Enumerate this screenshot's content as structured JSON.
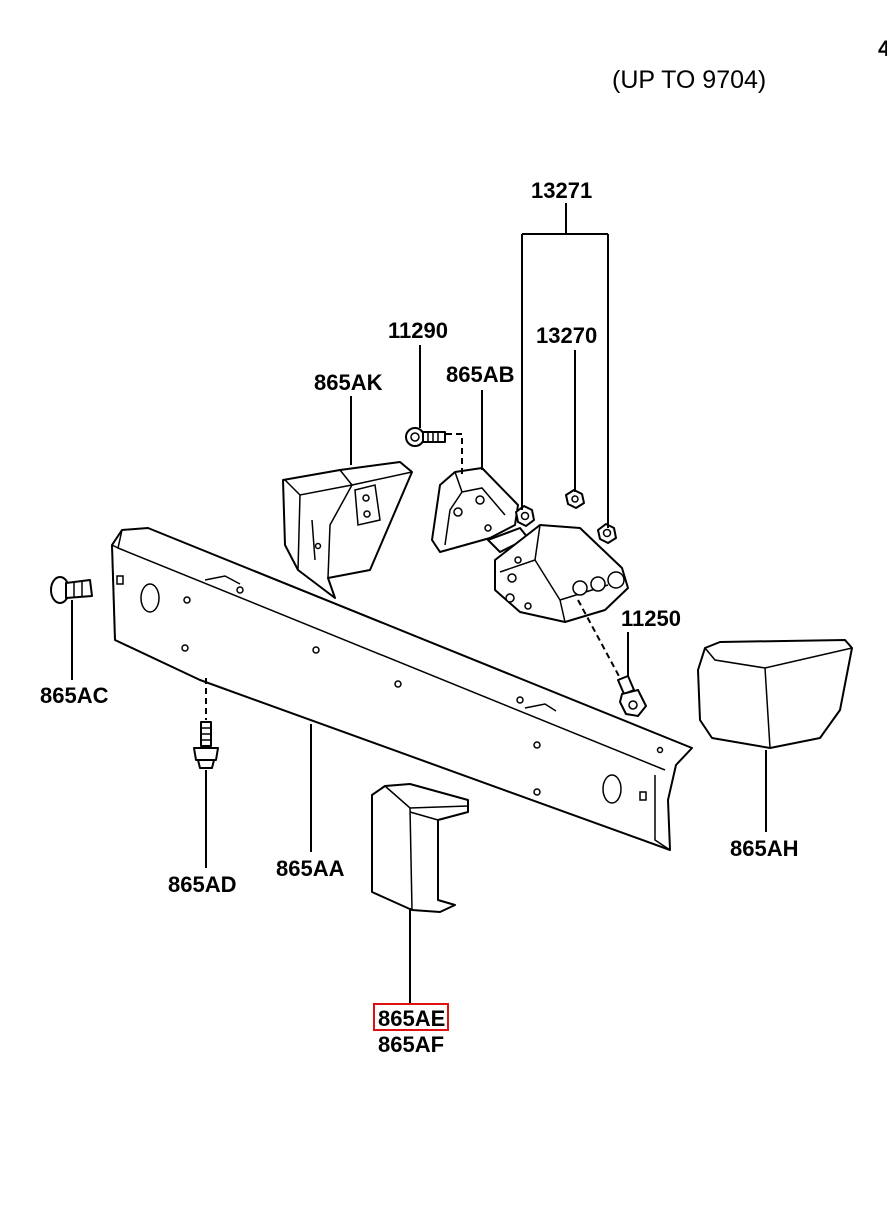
{
  "header": {
    "corner_mark": "4",
    "note": "(UP TO 9704)"
  },
  "labels": {
    "p13271": "13271",
    "p13270": "13270",
    "p11290": "11290",
    "p865AK": "865AK",
    "p865AB": "865AB",
    "p11250": "11250",
    "p865AC": "865AC",
    "p865AD": "865AD",
    "p865AA": "865AA",
    "p865AH": "865AH",
    "p865AE": "865AE",
    "p865AF": "865AF"
  },
  "highlight": {
    "part": "865AE",
    "color": "#e01010"
  }
}
